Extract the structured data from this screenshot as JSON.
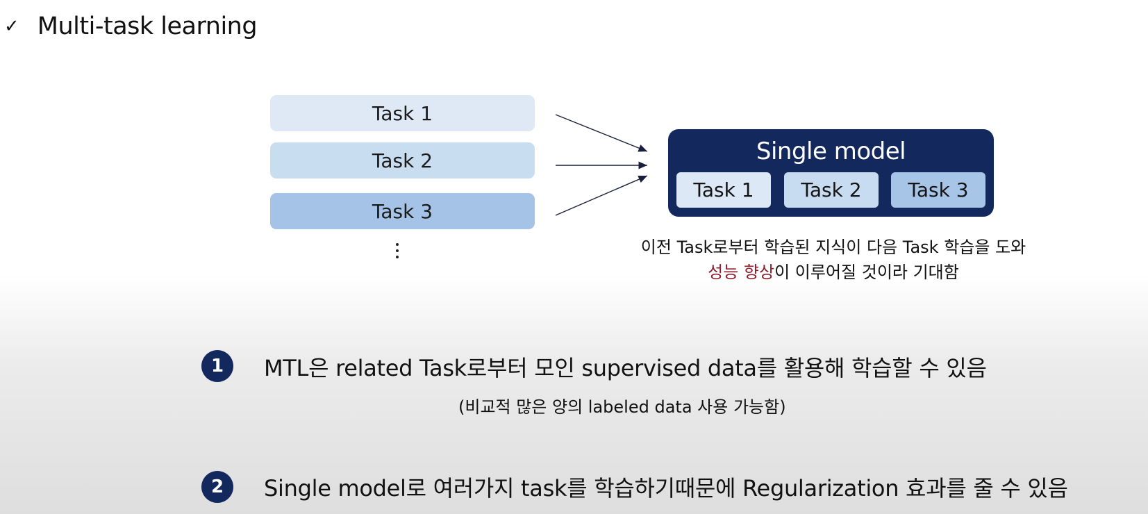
{
  "heading": {
    "check_glyph": "✓",
    "title": "Multi-task learning"
  },
  "tasks": [
    "Task 1",
    "Task 2",
    "Task 3"
  ],
  "model": {
    "title": "Single model",
    "tasks": [
      "Task 1",
      "Task 2",
      "Task 3"
    ]
  },
  "description": {
    "line1": "이전 Task로부터 학습된 지식이 다음 Task 학습을 도와",
    "highlight": "성능 향상",
    "line2_rest": "이 이루어질 것이라 기대함"
  },
  "points": [
    {
      "number": "1",
      "text": "MTL은 related Task로부터 모인 supervised data를 활용해 학습할 수 있음",
      "note": "(비교적 많은 양의 labeled data 사용 가능함)"
    },
    {
      "number": "2",
      "text": "Single model로 여러가지 task를 학습하기때문에  Regularization 효과를 줄 수 있음"
    }
  ],
  "colors": {
    "navy": "#13295e",
    "highlight": "#8d1f2c",
    "task1": "#dee9f5",
    "task2": "#c9ddf1",
    "task3": "#a4c3e6"
  }
}
